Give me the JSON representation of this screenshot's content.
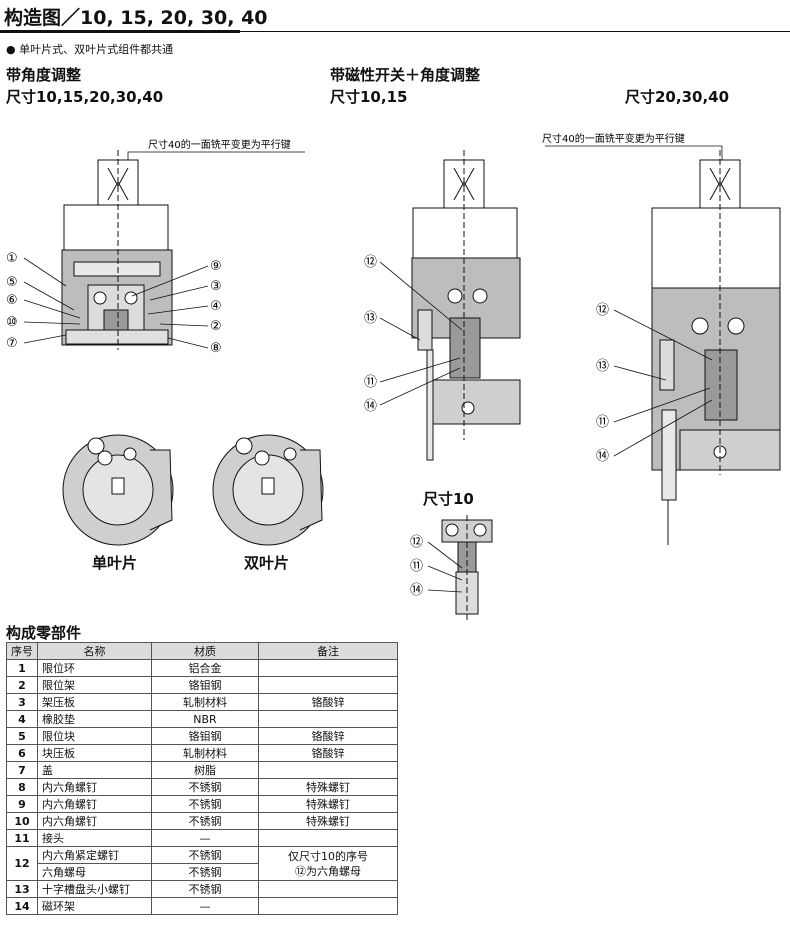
{
  "header": {
    "title": "构造图／10, 15, 20, 30, 40"
  },
  "note": "● 单叶片式、双叶片式组件都共通",
  "sections": {
    "left_title": "带角度调整",
    "left_size": "尺寸10,15,20,30,40",
    "mid_title": "带磁性开关＋角度调整",
    "mid_size": "尺寸10,15",
    "right_size": "尺寸20,30,40",
    "detail_size": "尺寸10"
  },
  "annotations": {
    "key_note_left": "尺寸40的一面铣平变更为平行键",
    "key_note_right": "尺寸40的一面铣平变更为平行键"
  },
  "callouts": [
    "①",
    "②",
    "③",
    "④",
    "⑤",
    "⑥",
    "⑦",
    "⑧",
    "⑨",
    "⑩",
    "⑪",
    "⑫",
    "⑬",
    "⑭"
  ],
  "captions": {
    "single": "单叶片",
    "double": "双叶片"
  },
  "table": {
    "title": "构成零部件",
    "headers": [
      "序号",
      "名称",
      "材质",
      "备注"
    ],
    "rows": [
      {
        "no": "1",
        "name": "限位环",
        "mat": "铝合金",
        "rem": ""
      },
      {
        "no": "2",
        "name": "限位架",
        "mat": "铬钼钢",
        "rem": ""
      },
      {
        "no": "3",
        "name": "架压板",
        "mat": "轧制材料",
        "rem": "铬酸锌"
      },
      {
        "no": "4",
        "name": "橡胶垫",
        "mat": "NBR",
        "rem": ""
      },
      {
        "no": "5",
        "name": "限位块",
        "mat": "铬钼钢",
        "rem": "铬酸锌"
      },
      {
        "no": "6",
        "name": "块压板",
        "mat": "轧制材料",
        "rem": "铬酸锌"
      },
      {
        "no": "7",
        "name": "盖",
        "mat": "树脂",
        "rem": ""
      },
      {
        "no": "8",
        "name": "内六角螺钉",
        "mat": "不锈钢",
        "rem": "特殊螺钉"
      },
      {
        "no": "9",
        "name": "内六角螺钉",
        "mat": "不锈钢",
        "rem": "特殊螺钉"
      },
      {
        "no": "10",
        "name": "内六角螺钉",
        "mat": "不锈钢",
        "rem": "特殊螺钉"
      },
      {
        "no": "11",
        "name": "接头",
        "mat": "—",
        "rem": ""
      }
    ],
    "row12": {
      "no": "12",
      "name_a": "内六角紧定螺钉",
      "mat_a": "不锈钢",
      "name_b": "六角螺母",
      "mat_b": "不锈钢",
      "rem_line1": "仅尺寸10的序号",
      "rem_line2": "⑫为六角螺母"
    },
    "rows_tail": [
      {
        "no": "13",
        "name": "十字槽盘头小螺钉",
        "mat": "不锈钢",
        "rem": ""
      },
      {
        "no": "14",
        "name": "磁环架",
        "mat": "—",
        "rem": ""
      }
    ]
  }
}
